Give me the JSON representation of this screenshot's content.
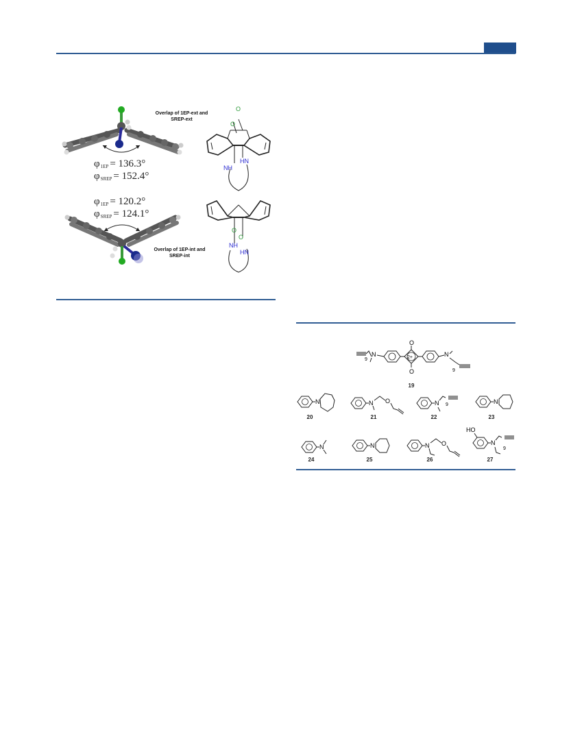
{
  "figure_top": {
    "ext": {
      "overlap_label_line1": "Overlap of 1EP-ext and",
      "overlap_label_line2": "SREP-ext",
      "phi_1": {
        "symbol": "φ",
        "subscript": "1EP",
        "value": "= 136.3°"
      },
      "phi_2": {
        "symbol": "φ",
        "subscript": "SREP",
        "value": "= 152.4°"
      },
      "atoms": {
        "o1": "O",
        "o2": "O",
        "nh": "NH",
        "hn": "HN"
      }
    },
    "int": {
      "overlap_label_line1": "Overlap of 1EP-int and",
      "overlap_label_line2": "SREP-int",
      "phi_1": {
        "symbol": "φ",
        "subscript": "1EP",
        "value": "= 120.2°"
      },
      "phi_2": {
        "symbol": "φ",
        "subscript": "SREP",
        "value": "= 124.1°"
      },
      "atoms": {
        "o1": "O",
        "o2": "O",
        "nh": "NH",
        "hn": "HN"
      }
    },
    "colors": {
      "oxygen": "#2e9a3a",
      "nitrogen": "#2a2ad0",
      "chlorine": "#22aa22",
      "nitrogen_ball": "#1a2a8c",
      "carbon": "#666666"
    }
  },
  "figure_compounds": {
    "c19": {
      "number": "19",
      "center_label": "2+",
      "oxide_top": "O",
      "oxide_bottom": "O",
      "n_left": "N",
      "n_right": "N",
      "n9_left": "9",
      "n9_right": "9"
    },
    "row1": [
      {
        "number": "20",
        "n_label": "N"
      },
      {
        "number": "21",
        "n_label": "N",
        "o_label": "O"
      },
      {
        "number": "22",
        "n_label": "N",
        "chain_n": "9"
      },
      {
        "number": "23",
        "n_label": "N"
      }
    ],
    "row2": [
      {
        "number": "24",
        "n_label": "N"
      },
      {
        "number": "25",
        "n_label": "N"
      },
      {
        "number": "26",
        "n_label": "N",
        "o_label": "O"
      },
      {
        "number": "27",
        "n_label": "N",
        "chain_n": "9",
        "ho_label": "HO"
      }
    ]
  },
  "colors": {
    "rule": "#2f5c93",
    "tab": "#1f4e8c"
  }
}
